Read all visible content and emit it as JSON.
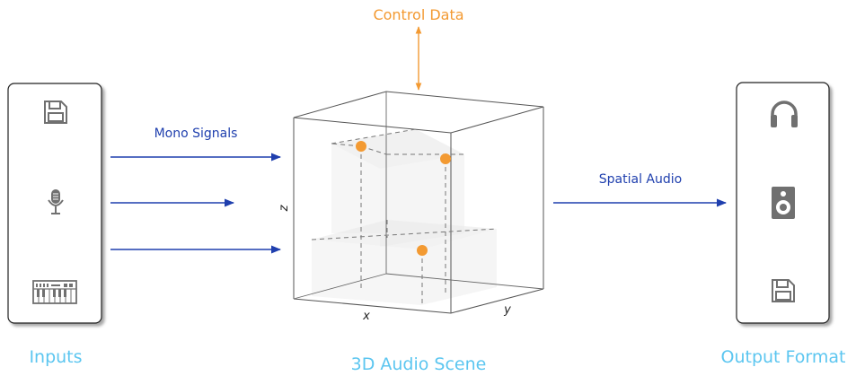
{
  "labels": {
    "control_data": "Control Data",
    "mono_signals": "Mono Signals",
    "spatial_audio": "Spatial Audio",
    "inputs": "Inputs",
    "scene": "3D Audio Scene",
    "output_format": "Output Format",
    "axis_x": "x",
    "axis_y": "y",
    "axis_z": "z"
  },
  "icons": {
    "inputs": [
      "floppy-disk-icon",
      "microphone-icon",
      "keyboard-synth-icon"
    ],
    "outputs": [
      "headphones-icon",
      "speaker-icon",
      "floppy-disk-icon"
    ]
  },
  "colors": {
    "orange": "#F39A32",
    "blue": "#1F3FAE",
    "light_blue": "#5CC6F0",
    "gray_icon": "#707070"
  }
}
